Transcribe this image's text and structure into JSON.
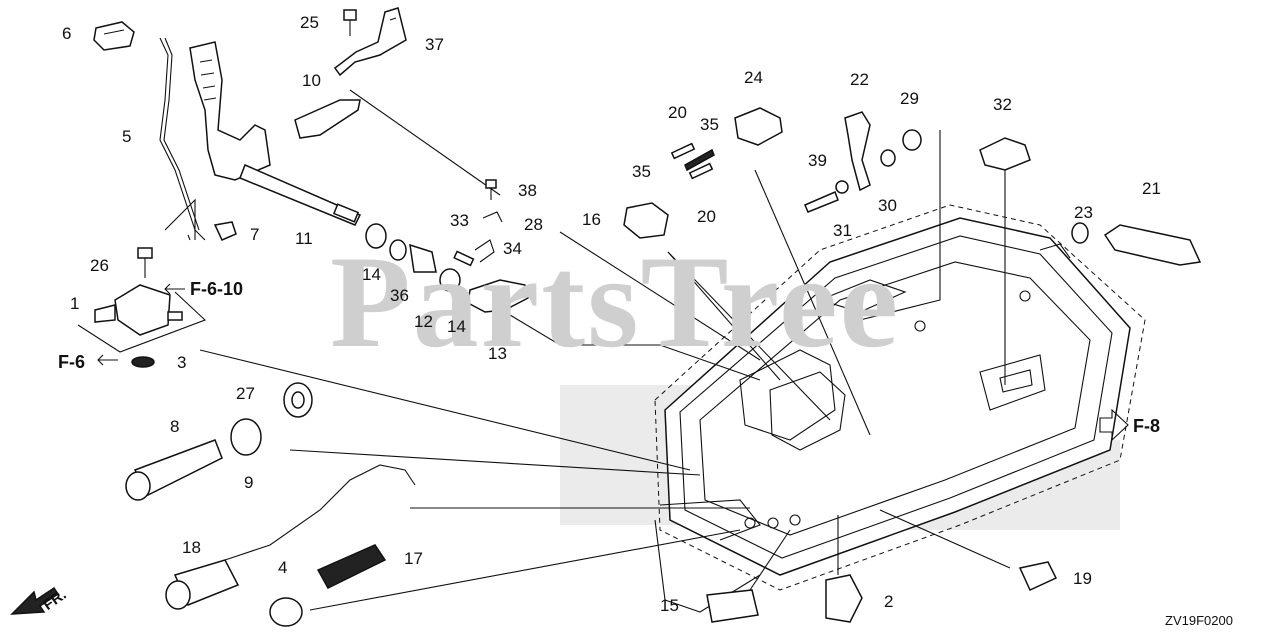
{
  "diagram": {
    "watermark": "PartsTree",
    "code": "ZV19F0200",
    "fr_label": "FR.",
    "refs": {
      "f610": "F-6-10",
      "f6": "F-6",
      "f8": "F-8"
    },
    "callouts": {
      "c1": "1",
      "c2": "2",
      "c3": "3",
      "c4": "4",
      "c5": "5",
      "c6": "6",
      "c7": "7",
      "c8": "8",
      "c9": "9",
      "c10": "10",
      "c11": "11",
      "c12": "12",
      "c13": "13",
      "c14a": "14",
      "c14b": "14",
      "c15": "15",
      "c16": "16",
      "c17": "17",
      "c18": "18",
      "c19": "19",
      "c20a": "20",
      "c20b": "20",
      "c21": "21",
      "c22": "22",
      "c23": "23",
      "c24": "24",
      "c25": "25",
      "c26": "26",
      "c27": "27",
      "c28": "28",
      "c29": "29",
      "c30": "30",
      "c31": "31",
      "c32": "32",
      "c33": "33",
      "c34": "34",
      "c35a": "35",
      "c35b": "35",
      "c36": "36",
      "c37": "37",
      "c38": "38",
      "c39": "39"
    }
  }
}
